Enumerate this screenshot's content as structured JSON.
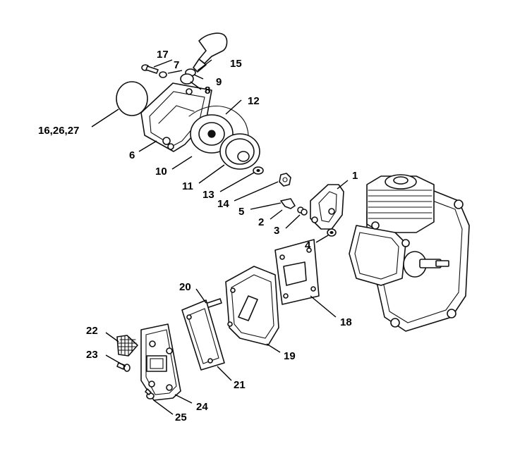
{
  "labels": {
    "p1": "1",
    "p2": "2",
    "p3": "3",
    "p4": "4",
    "p5": "5",
    "p6": "6",
    "p7": "7",
    "p8": "8",
    "p9": "9",
    "p10": "10",
    "p11": "11",
    "p12": "12",
    "p13": "13",
    "p14": "14",
    "p15": "15",
    "p16": "16,26,27",
    "p17": "17",
    "p18": "18",
    "p19": "19",
    "p20": "20",
    "p21": "21",
    "p22": "22",
    "p23": "23",
    "p24": "24",
    "p25": "25"
  }
}
